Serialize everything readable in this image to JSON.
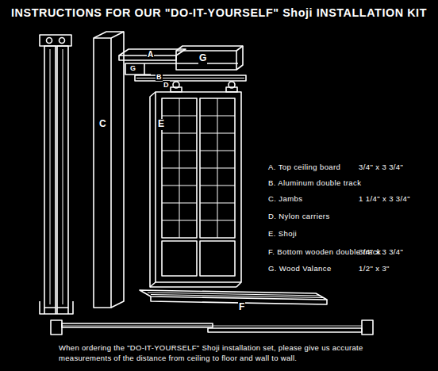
{
  "diagram": {
    "title": "INSTRUCTIONS FOR OUR \"DO-IT-YOURSELF\" Shoji INSTALLATION KIT",
    "caption": "When ordering the \"DO-IT-YOURSELF\" Shoji installation set, please give us accurate measurements of the distance from ceiling to floor and wall to wall.",
    "labels": [
      "A",
      "G",
      "C",
      "G",
      "B",
      "D",
      "E",
      "F",
      "A. Top ceiling board",
      "3/4\" x 3 3/4\"",
      "B. Aluminum double track",
      "C. Jambs",
      "1 1/4\" x 3 3/4\"",
      "D. Nylon carriers",
      "E. Shoji",
      "F. Bottom wooden double track",
      "3/4\" x 3 3/4\"",
      "G. Wood Valance",
      "1/2\" x 3\""
    ]
  }
}
